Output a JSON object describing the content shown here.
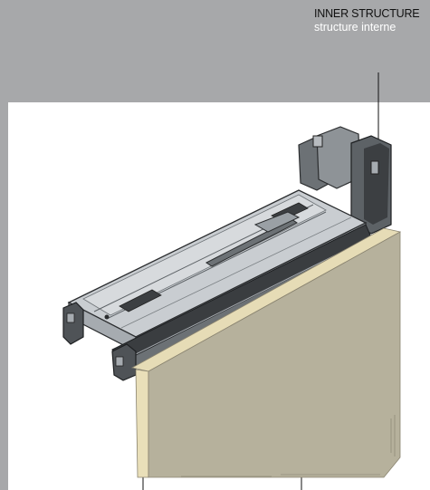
{
  "callout": {
    "title": "INNER STRUCTURE",
    "subtitle": "structure interne"
  },
  "colors": {
    "background_grey": "#a7a8aa",
    "panel_white": "#ffffff",
    "aluminum_light": "#c9cdd1",
    "aluminum_mid": "#a6abb0",
    "aluminum_dark": "#5d6266",
    "profile_black": "#2b2d2f",
    "board_face": "#b6b19c",
    "board_edge": "#e6dcb6",
    "leader_line": "#111111"
  },
  "icons": {
    "mechanism": "sliding-door-mechanism-drawing",
    "panel": "door-panel-drawing"
  }
}
